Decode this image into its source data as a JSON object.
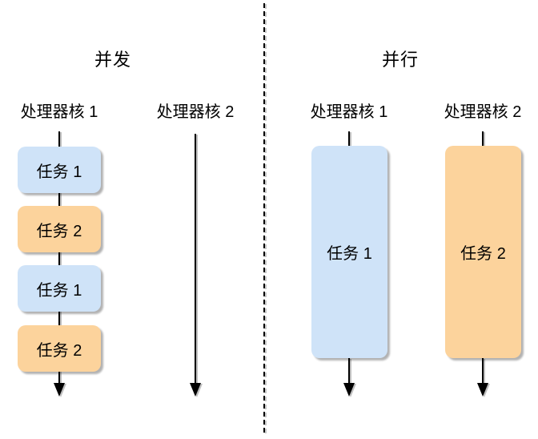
{
  "sections": {
    "concurrency": {
      "title": "并发",
      "cores": [
        {
          "label": "处理器核 1",
          "tasks": [
            {
              "label": "任务 1",
              "type": "task1"
            },
            {
              "label": "任务 2",
              "type": "task2"
            },
            {
              "label": "任务 1",
              "type": "task1"
            },
            {
              "label": "任务 2",
              "type": "task2"
            }
          ]
        },
        {
          "label": "处理器核 2",
          "tasks": []
        }
      ]
    },
    "parallelism": {
      "title": "并行",
      "cores": [
        {
          "label": "处理器核 1",
          "tasks": [
            {
              "label": "任务 1",
              "type": "task1"
            }
          ]
        },
        {
          "label": "处理器核 2",
          "tasks": [
            {
              "label": "任务 2",
              "type": "task2"
            }
          ]
        }
      ]
    }
  },
  "colors": {
    "task1_fill": "#cfe3f8",
    "task2_fill": "#fcd39c",
    "line": "#000000",
    "background": "#ffffff"
  }
}
